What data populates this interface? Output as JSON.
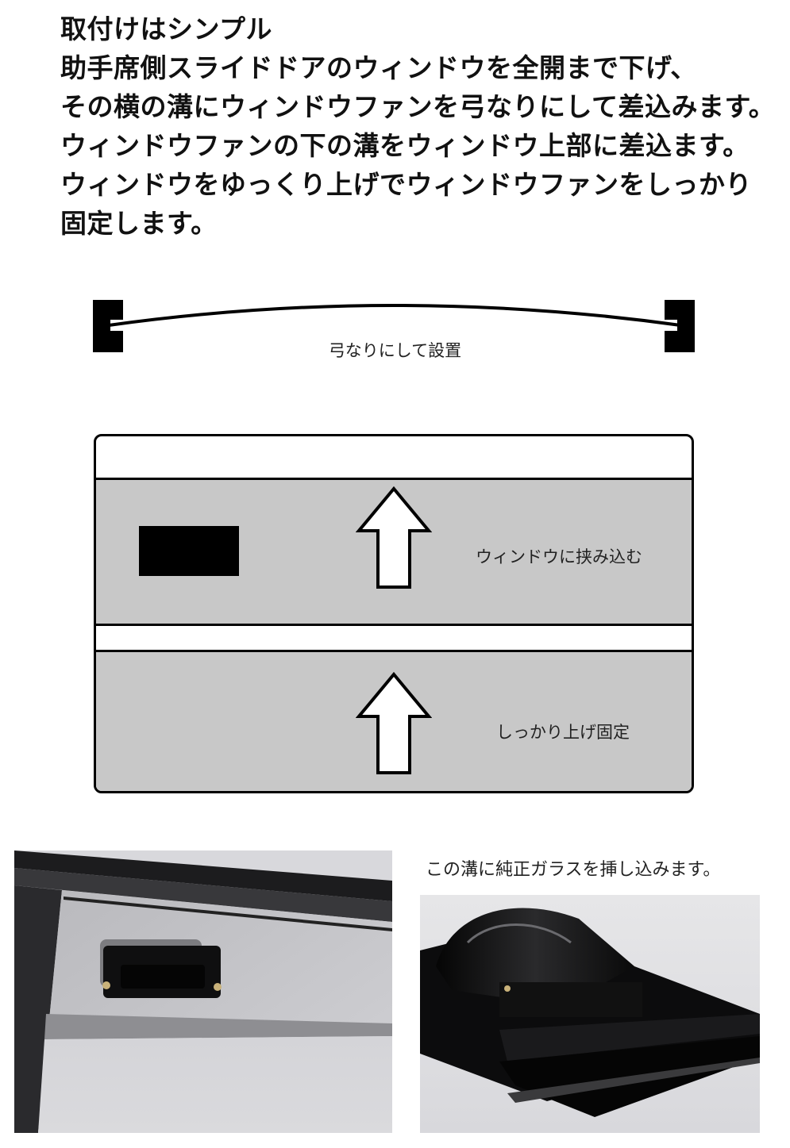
{
  "instructions": {
    "heading": "取付けはシンプル",
    "lines": [
      "助手席側スライドドアのウィンドウを全開まで下げ、",
      "その横の溝にウィンドウファンを弓なりにして差込みます。",
      "ウィンドウファンの下の溝をウィンドウ上部に差込ます。",
      "ウィンドウをゆっくり上げでウィンドウファンをしっかり",
      "固定します。"
    ]
  },
  "bow_diagram": {
    "caption": "弓なりにして設置"
  },
  "window_diagram": {
    "insert_label": "ウィンドウに挟み込む",
    "raise_label": "しっかり上げ固定",
    "panel_color": "#c8c8c8"
  },
  "photos": {
    "right_caption": "この溝に純正ガラスを挿し込みます。"
  }
}
